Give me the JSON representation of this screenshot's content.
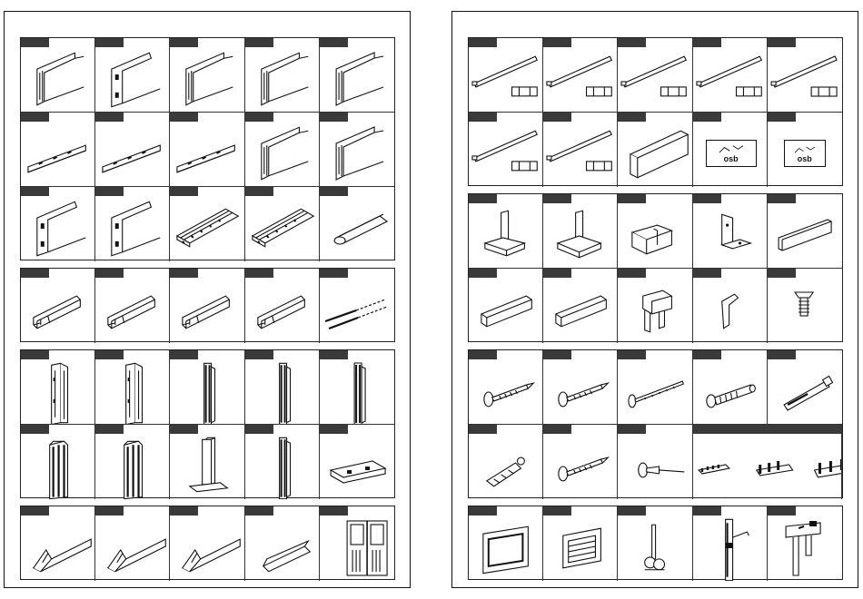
{
  "pages": [
    {
      "id": "left",
      "blocks": [
        {
          "rows": 3,
          "cells": [
            {
              "icon": "tongue-groove-panel-icon"
            },
            {
              "icon": "notched-panel-icon"
            },
            {
              "icon": "tongue-groove-panel-icon"
            },
            {
              "icon": "tongue-groove-panel-icon"
            },
            {
              "icon": "tongue-groove-panel-icon"
            },
            {
              "icon": "slotted-rail-icon"
            },
            {
              "icon": "slotted-rail-icon"
            },
            {
              "icon": "slotted-rail-icon"
            },
            {
              "icon": "tongue-groove-panel-icon"
            },
            {
              "icon": "tongue-groove-panel-icon"
            },
            {
              "icon": "notched-panel-icon"
            },
            {
              "icon": "notched-panel-icon"
            },
            {
              "icon": "perforated-roof-panel-icon"
            },
            {
              "icon": "perforated-roof-panel-icon"
            },
            {
              "icon": "ridge-profile-icon"
            }
          ]
        },
        {
          "rows": 1,
          "cells": [
            {
              "icon": "channel-profile-icon"
            },
            {
              "icon": "channel-profile-icon"
            },
            {
              "icon": "channel-profile-icon"
            },
            {
              "icon": "channel-profile-icon"
            },
            {
              "icon": "drill-bits-icon"
            }
          ]
        },
        {
          "rows": 2,
          "cells": [
            {
              "icon": "corner-post-icon"
            },
            {
              "icon": "corner-post-icon"
            },
            {
              "icon": "vertical-profile-icon"
            },
            {
              "icon": "vertical-profile-icon"
            },
            {
              "icon": "vertical-profile-icon"
            },
            {
              "icon": "multi-channel-post-icon"
            },
            {
              "icon": "multi-channel-post-icon"
            },
            {
              "icon": "post-base-icon"
            },
            {
              "icon": "vertical-profile-icon"
            },
            {
              "icon": "base-track-icon"
            }
          ]
        },
        {
          "rows": 1,
          "cells": [
            {
              "icon": "gable-beam-icon"
            },
            {
              "icon": "gable-beam-icon"
            },
            {
              "icon": "gable-beam-icon"
            },
            {
              "icon": "angled-trim-icon"
            },
            {
              "icon": "double-door-icon"
            }
          ]
        }
      ]
    },
    {
      "id": "right",
      "blocks": [
        {
          "rows": 2,
          "cells": [
            {
              "icon": "long-rail-with-profile-icon"
            },
            {
              "icon": "long-rail-with-profile-icon"
            },
            {
              "icon": "long-rail-with-profile-icon"
            },
            {
              "icon": "long-rail-with-profile-icon"
            },
            {
              "icon": "long-rail-with-profile-icon"
            },
            {
              "icon": "long-rail-with-profile-icon"
            },
            {
              "icon": "long-rail-with-profile-icon"
            },
            {
              "icon": "angle-strip-icon"
            },
            {
              "icon": "osb-board-icon",
              "label": "osb"
            },
            {
              "icon": "osb-board-small-icon",
              "label": "osb"
            }
          ]
        },
        {
          "rows": 2,
          "cells": [
            {
              "icon": "t-connector-icon"
            },
            {
              "icon": "cross-connector-icon"
            },
            {
              "icon": "corner-bracket-icon"
            },
            {
              "icon": "angle-bracket-icon"
            },
            {
              "icon": "gutter-profile-icon"
            },
            {
              "icon": "square-tube-icon"
            },
            {
              "icon": "square-tube-icon"
            },
            {
              "icon": "clip-bracket-icon"
            },
            {
              "icon": "l-corner-piece-icon"
            },
            {
              "icon": "spring-stop-icon"
            }
          ]
        },
        {
          "rows": 2,
          "cells": [
            {
              "icon": "self-drilling-screw-icon"
            },
            {
              "icon": "self-drilling-screw-icon"
            },
            {
              "icon": "long-screw-icon"
            },
            {
              "icon": "anchor-bolt-icon"
            },
            {
              "icon": "expansion-bolt-icon"
            },
            {
              "icon": "wall-plug-icon"
            },
            {
              "icon": "self-drilling-screw-icon"
            },
            {
              "icon": "rivet-icon"
            },
            {
              "icon": "hinge-strip-set-icon",
              "span": 2
            }
          ]
        },
        {
          "rows": 1,
          "cells": [
            {
              "icon": "window-frame-icon"
            },
            {
              "icon": "vent-window-icon"
            },
            {
              "icon": "door-handle-icon"
            },
            {
              "icon": "door-lock-bar-icon"
            },
            {
              "icon": "latch-assembly-icon"
            }
          ]
        }
      ]
    }
  ],
  "colors": {
    "ink": "#111111",
    "tab": "#3a3a3a",
    "paper": "#ffffff"
  }
}
